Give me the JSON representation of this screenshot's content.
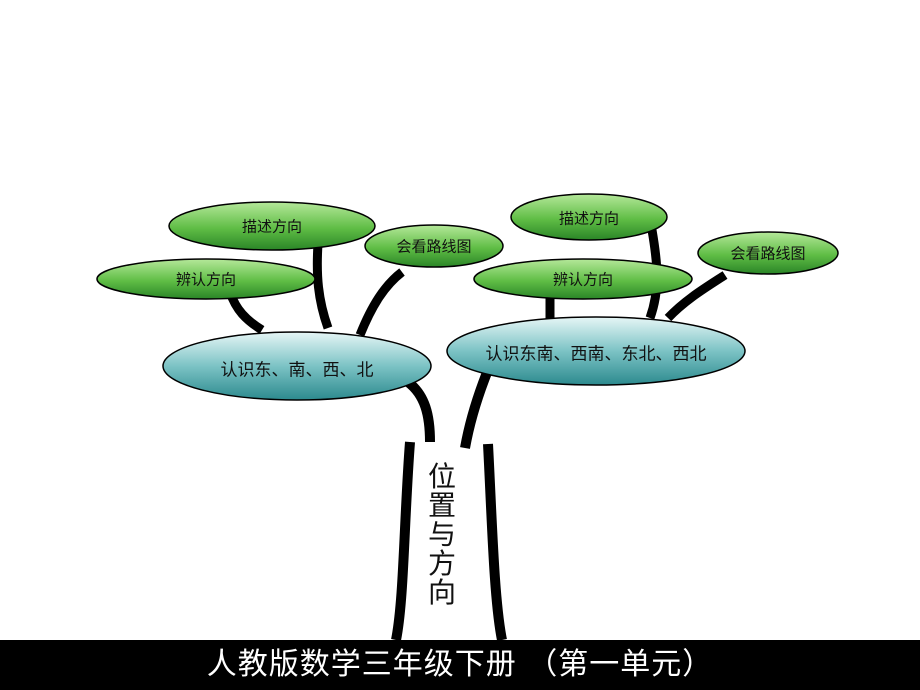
{
  "colors": {
    "leaf_fill_top": "#a8e08a",
    "leaf_fill_bottom": "#2f8f2a",
    "hub_fill_top": "#d8f0f0",
    "hub_fill_bottom": "#2f8f93",
    "branch": "#000000",
    "footer_bg": "#000000",
    "footer_text": "#ffffff"
  },
  "trunk": {
    "label_chars": [
      "位",
      "置",
      "与",
      "方",
      "向"
    ]
  },
  "left_cluster": {
    "hub_label": "认识东、南、西、北",
    "leaves": [
      "描述方向",
      "会看路线图",
      "辨认方向"
    ]
  },
  "right_cluster": {
    "hub_label": "认识东南、西南、东北、西北",
    "leaves": [
      "描述方向",
      "会看路线图",
      "辨认方向"
    ]
  },
  "footer": {
    "text": "人教版数学三年级下册 （第一单元）"
  }
}
